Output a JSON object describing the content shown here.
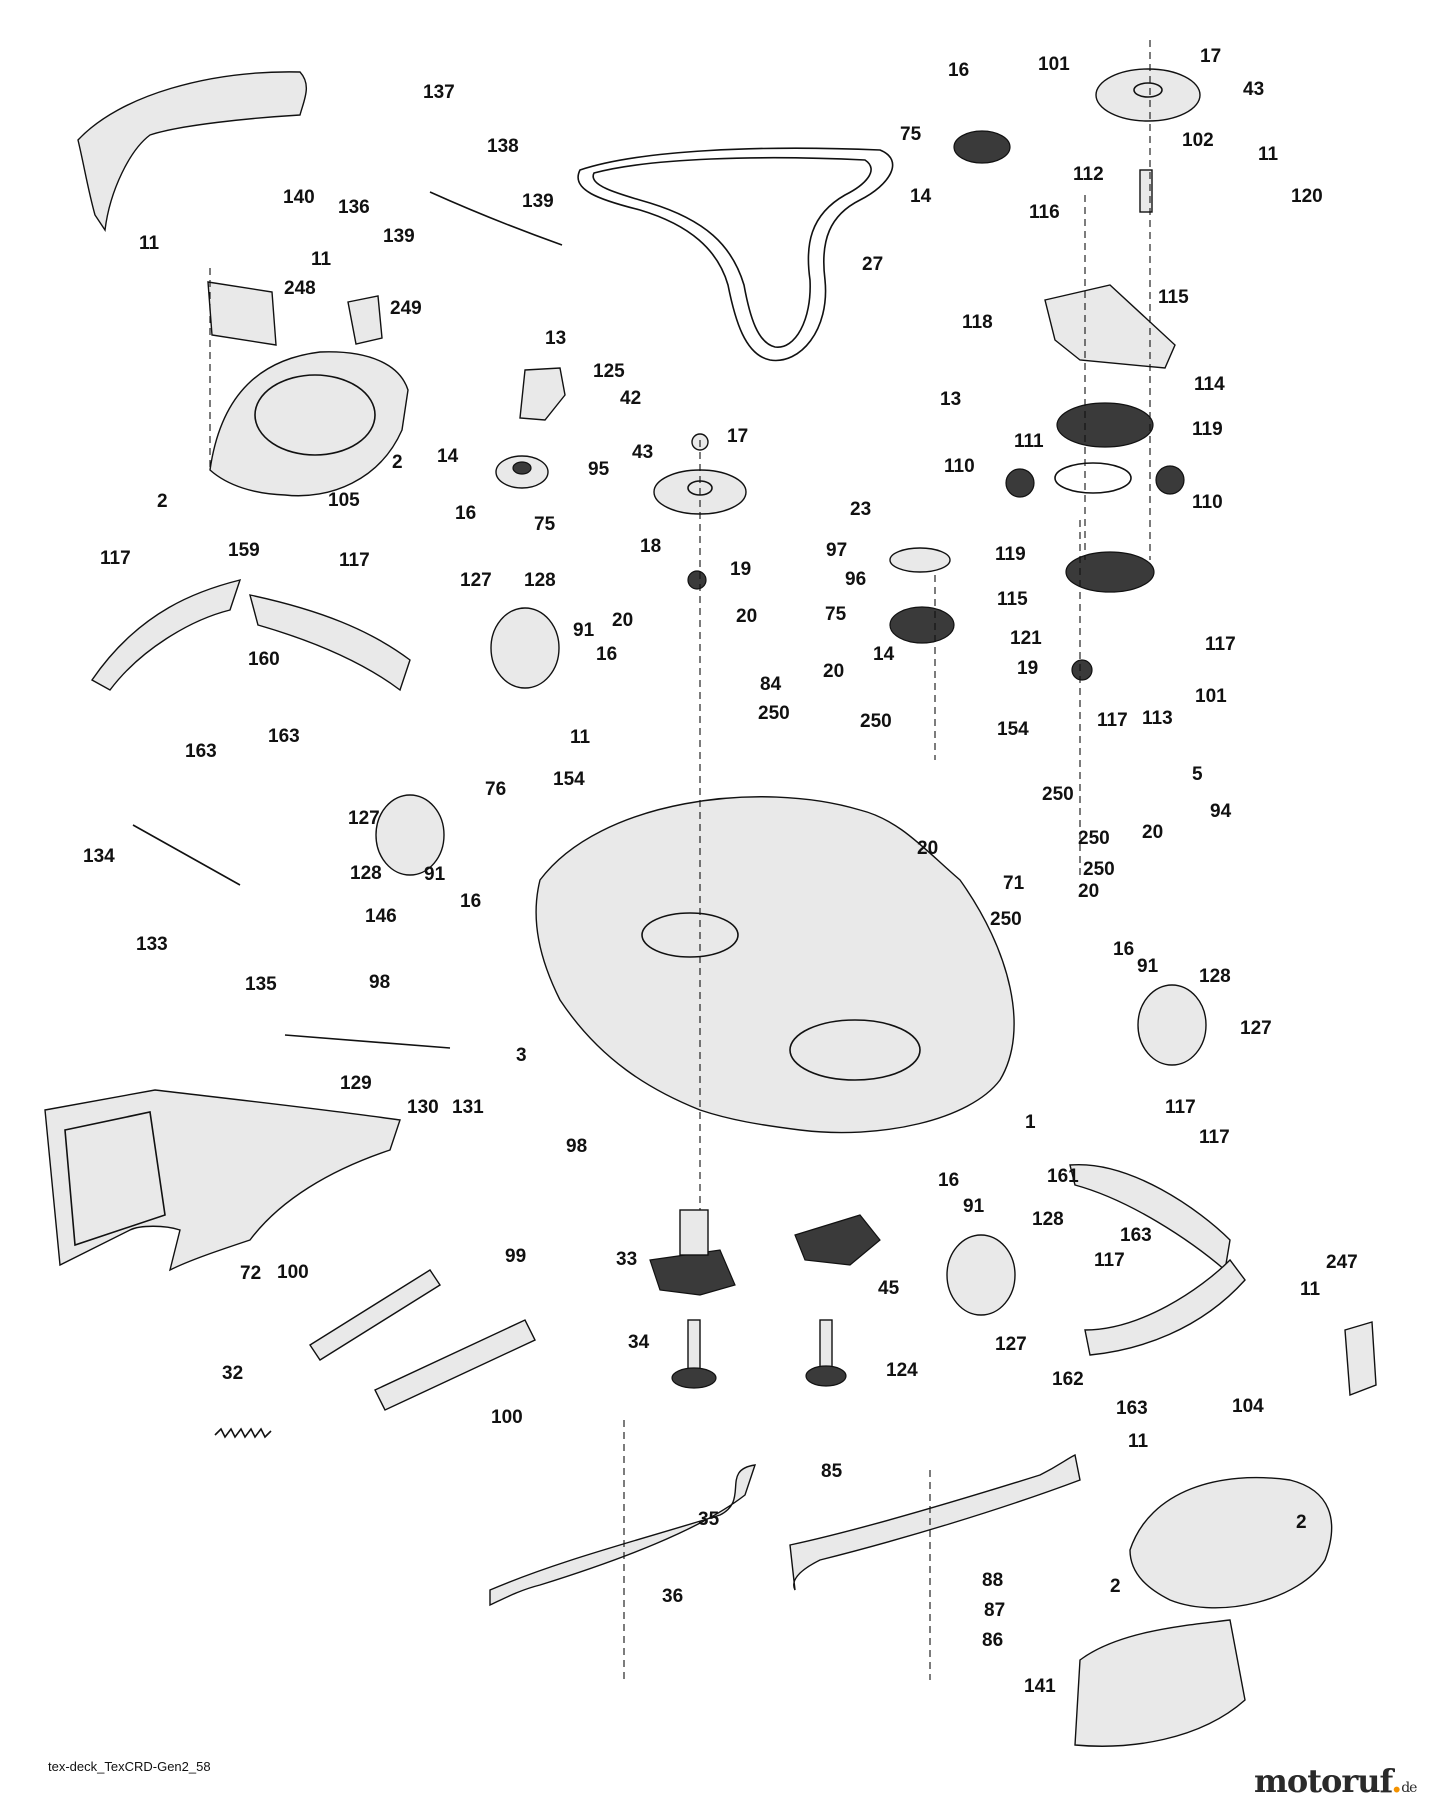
{
  "diagram": {
    "callouts": [
      {
        "id": "c17a",
        "text": "17"
      },
      {
        "id": "c43a",
        "text": "43"
      },
      {
        "id": "c16a",
        "text": "16"
      },
      {
        "id": "c101a",
        "text": "101"
      },
      {
        "id": "c75a",
        "text": "75"
      },
      {
        "id": "c102",
        "text": "102"
      },
      {
        "id": "c11a",
        "text": "11"
      },
      {
        "id": "c112",
        "text": "112"
      },
      {
        "id": "c120",
        "text": "120"
      },
      {
        "id": "c14a",
        "text": "14"
      },
      {
        "id": "c116",
        "text": "116"
      },
      {
        "id": "c115a",
        "text": "115"
      },
      {
        "id": "c118",
        "text": "118"
      },
      {
        "id": "c114",
        "text": "114"
      },
      {
        "id": "c13a",
        "text": "13"
      },
      {
        "id": "c119a",
        "text": "119"
      },
      {
        "id": "c111",
        "text": "111"
      },
      {
        "id": "c110a",
        "text": "110"
      },
      {
        "id": "c110b",
        "text": "110"
      },
      {
        "id": "c119b",
        "text": "119"
      },
      {
        "id": "c115b",
        "text": "115"
      },
      {
        "id": "c117a",
        "text": "117"
      },
      {
        "id": "c121",
        "text": "121"
      },
      {
        "id": "c19a",
        "text": "19"
      },
      {
        "id": "c101b",
        "text": "101"
      },
      {
        "id": "c117b",
        "text": "117"
      },
      {
        "id": "c113",
        "text": "113"
      },
      {
        "id": "c137",
        "text": "137"
      },
      {
        "id": "c138",
        "text": "138"
      },
      {
        "id": "c136",
        "text": "136"
      },
      {
        "id": "c139a",
        "text": "139"
      },
      {
        "id": "c139b",
        "text": "139"
      },
      {
        "id": "c140",
        "text": "140"
      },
      {
        "id": "c27",
        "text": "27"
      },
      {
        "id": "c11b",
        "text": "11"
      },
      {
        "id": "c248",
        "text": "248"
      },
      {
        "id": "c11c",
        "text": "11"
      },
      {
        "id": "c249",
        "text": "249"
      },
      {
        "id": "c2a",
        "text": "2"
      },
      {
        "id": "c105",
        "text": "105"
      },
      {
        "id": "c2b",
        "text": "2"
      },
      {
        "id": "c13b",
        "text": "13"
      },
      {
        "id": "c125",
        "text": "125"
      },
      {
        "id": "c42",
        "text": "42"
      },
      {
        "id": "c14b",
        "text": "14"
      },
      {
        "id": "c95",
        "text": "95"
      },
      {
        "id": "c16b",
        "text": "16"
      },
      {
        "id": "c75b",
        "text": "75"
      },
      {
        "id": "c43b",
        "text": "43"
      },
      {
        "id": "c17b",
        "text": "17"
      },
      {
        "id": "c18",
        "text": "18"
      },
      {
        "id": "c19b",
        "text": "19"
      },
      {
        "id": "c23",
        "text": "23"
      },
      {
        "id": "c97",
        "text": "97"
      },
      {
        "id": "c96",
        "text": "96"
      },
      {
        "id": "c75c",
        "text": "75"
      },
      {
        "id": "c14c",
        "text": "14"
      },
      {
        "id": "c117c",
        "text": "117"
      },
      {
        "id": "c159",
        "text": "159"
      },
      {
        "id": "c117d",
        "text": "117"
      },
      {
        "id": "c160",
        "text": "160"
      },
      {
        "id": "c163a",
        "text": "163"
      },
      {
        "id": "c163b",
        "text": "163"
      },
      {
        "id": "c127a",
        "text": "127"
      },
      {
        "id": "c128a",
        "text": "128"
      },
      {
        "id": "c91a",
        "text": "91"
      },
      {
        "id": "c16c",
        "text": "16"
      },
      {
        "id": "c20a",
        "text": "20"
      },
      {
        "id": "c20b",
        "text": "20"
      },
      {
        "id": "c84",
        "text": "84"
      },
      {
        "id": "c20c",
        "text": "20"
      },
      {
        "id": "c250a",
        "text": "250"
      },
      {
        "id": "c250b",
        "text": "250"
      },
      {
        "id": "c11d",
        "text": "11"
      },
      {
        "id": "c154a",
        "text": "154"
      },
      {
        "id": "c76",
        "text": "76"
      },
      {
        "id": "c154b",
        "text": "154"
      },
      {
        "id": "c5",
        "text": "5"
      },
      {
        "id": "c20d",
        "text": "20"
      },
      {
        "id": "c94",
        "text": "94"
      },
      {
        "id": "c250c",
        "text": "250"
      },
      {
        "id": "c250d",
        "text": "250"
      },
      {
        "id": "c20e",
        "text": "20"
      },
      {
        "id": "c250e",
        "text": "250"
      },
      {
        "id": "c20f",
        "text": "20"
      },
      {
        "id": "c71",
        "text": "71"
      },
      {
        "id": "c250f",
        "text": "250"
      },
      {
        "id": "c127b",
        "text": "127"
      },
      {
        "id": "c128b",
        "text": "128"
      },
      {
        "id": "c91b",
        "text": "91"
      },
      {
        "id": "c16d",
        "text": "16"
      },
      {
        "id": "c134",
        "text": "134"
      },
      {
        "id": "c146",
        "text": "146"
      },
      {
        "id": "c133",
        "text": "133"
      },
      {
        "id": "c135",
        "text": "135"
      },
      {
        "id": "c98a",
        "text": "98"
      },
      {
        "id": "c16e",
        "text": "16"
      },
      {
        "id": "c91c",
        "text": "91"
      },
      {
        "id": "c128c",
        "text": "128"
      },
      {
        "id": "c127c",
        "text": "127"
      },
      {
        "id": "c3",
        "text": "3"
      },
      {
        "id": "c129",
        "text": "129"
      },
      {
        "id": "c130",
        "text": "130"
      },
      {
        "id": "c131",
        "text": "131"
      },
      {
        "id": "c1",
        "text": "1"
      },
      {
        "id": "c98b",
        "text": "98"
      },
      {
        "id": "c117e",
        "text": "117"
      },
      {
        "id": "c117f",
        "text": "117"
      },
      {
        "id": "c161",
        "text": "161"
      },
      {
        "id": "c16f",
        "text": "16"
      },
      {
        "id": "c91d",
        "text": "91"
      },
      {
        "id": "c128d",
        "text": "128"
      },
      {
        "id": "c163c",
        "text": "163"
      },
      {
        "id": "c72",
        "text": "72"
      },
      {
        "id": "c100a",
        "text": "100"
      },
      {
        "id": "c99",
        "text": "99"
      },
      {
        "id": "c33",
        "text": "33"
      },
      {
        "id": "c45",
        "text": "45"
      },
      {
        "id": "c117g",
        "text": "117"
      },
      {
        "id": "c247",
        "text": "247"
      },
      {
        "id": "c127d",
        "text": "127"
      },
      {
        "id": "c11e",
        "text": "11"
      },
      {
        "id": "c34",
        "text": "34"
      },
      {
        "id": "c124",
        "text": "124"
      },
      {
        "id": "c162",
        "text": "162"
      },
      {
        "id": "c163d",
        "text": "163"
      },
      {
        "id": "c104",
        "text": "104"
      },
      {
        "id": "c32",
        "text": "32"
      },
      {
        "id": "c100b",
        "text": "100"
      },
      {
        "id": "c11f",
        "text": "11"
      },
      {
        "id": "c85",
        "text": "85"
      },
      {
        "id": "c35",
        "text": "35"
      },
      {
        "id": "c2c",
        "text": "2"
      },
      {
        "id": "c2d",
        "text": "2"
      },
      {
        "id": "c36",
        "text": "36"
      },
      {
        "id": "c88",
        "text": "88"
      },
      {
        "id": "c87",
        "text": "87"
      },
      {
        "id": "c86",
        "text": "86"
      },
      {
        "id": "c141",
        "text": "141"
      }
    ]
  },
  "footer": {
    "drawing_id": "tex-deck_TexCRD-Gen2_58",
    "brand_name": "motoruf",
    "brand_tld": "de"
  }
}
